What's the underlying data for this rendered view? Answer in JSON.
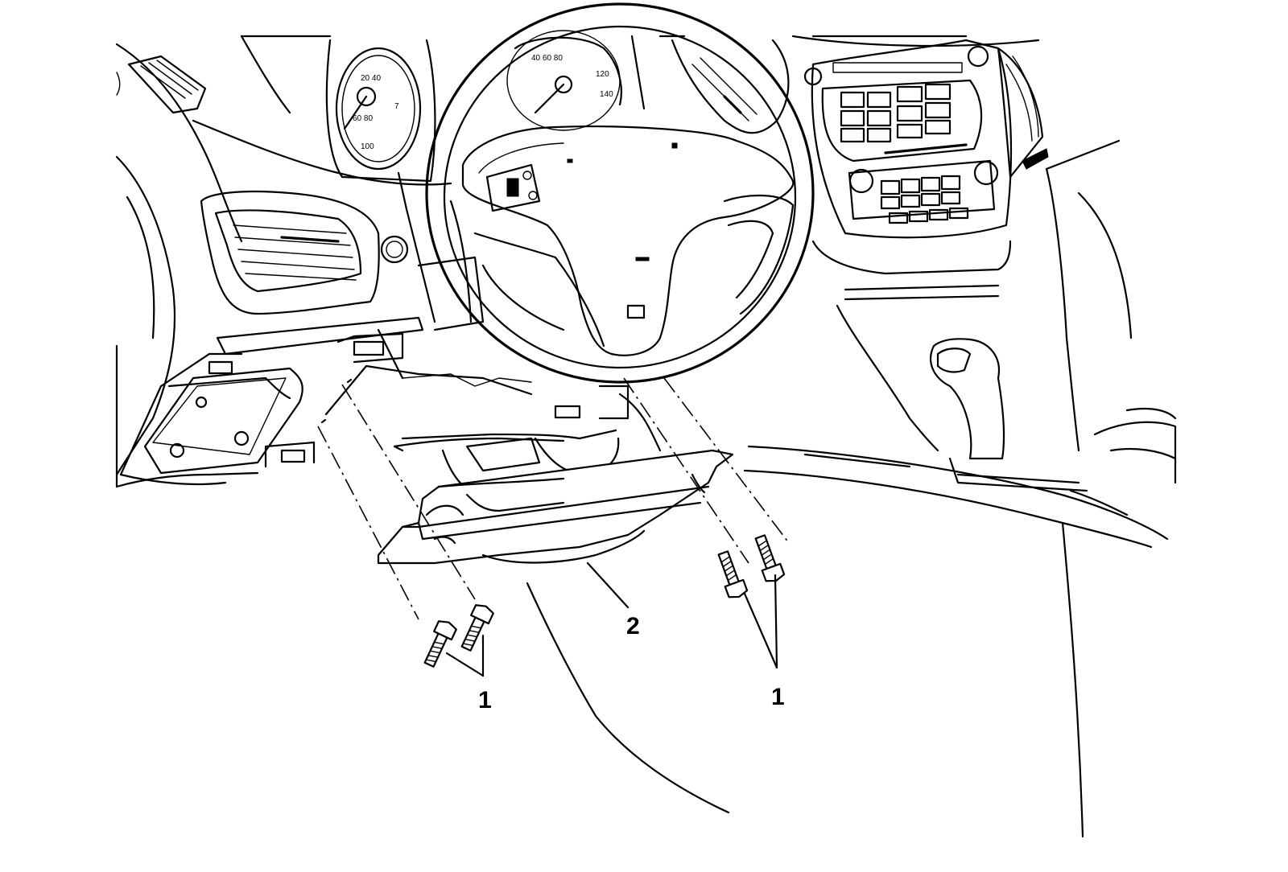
{
  "callouts": {
    "fastener_left": "1",
    "fastener_right": "1",
    "bracket": "2"
  },
  "colors": {
    "ink": "#000000",
    "background": "#ffffff"
  }
}
